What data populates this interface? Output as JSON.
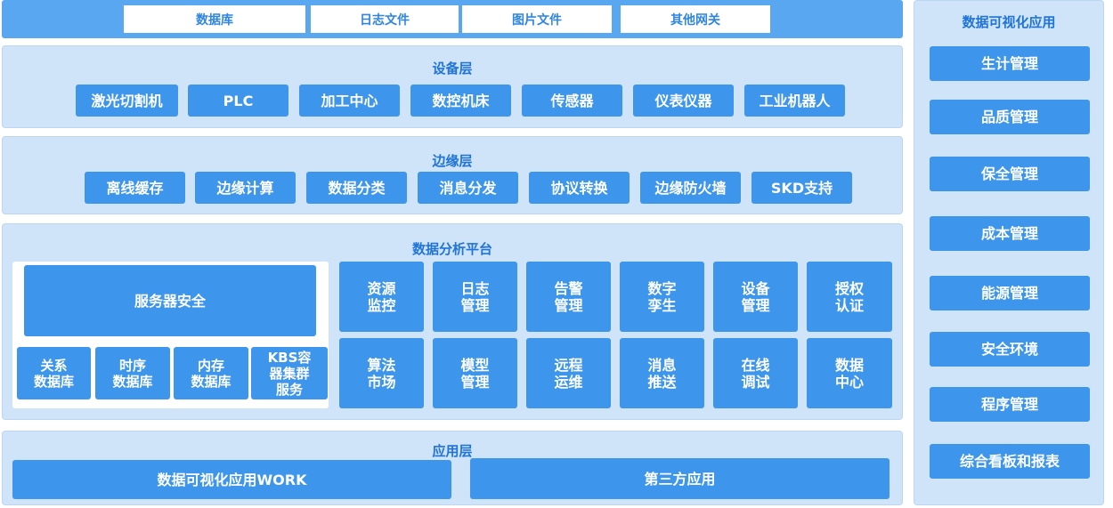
{
  "sources": [
    "数据库",
    "日志文件",
    "图片文件",
    "其他网关"
  ],
  "device_layer": {
    "title": "设备层",
    "items": [
      "激光切割机",
      "PLC",
      "加工中心",
      "数控机床",
      "传感器",
      "仪表仪器",
      "工业机器人"
    ]
  },
  "edge_layer": {
    "title": "边缘层",
    "items": [
      "离线缓存",
      "边缘计算",
      "数据分类",
      "消息分发",
      "协议转换",
      "边缘防火墙",
      "SKD支持"
    ]
  },
  "platform": {
    "title": "数据分析平台",
    "server_security": "服务器安全",
    "databases": [
      "关系\n数据库",
      "时序\n数据库",
      "内存\n数据库",
      "KBS容\n器集群\n服务"
    ],
    "modules": [
      "资源\n监控",
      "日志\n管理",
      "告警\n管理",
      "数字\n孪生",
      "设备\n管理",
      "授权\n认证",
      "算法\n市场",
      "模型\n管理",
      "远程\n运维",
      "消息\n推送",
      "在线\n调试",
      "数据\n中心"
    ]
  },
  "app_layer": {
    "title": "应用层",
    "items": [
      "数据可视化应用WORK",
      "第三方应用"
    ]
  },
  "sidebar": {
    "title": "数据可视化应用",
    "items": [
      "生计管理",
      "品质管理",
      "保全管理",
      "成本管理",
      "能源管理",
      "安全环境",
      "程序管理",
      "综合看板和报表"
    ]
  },
  "colors": {
    "accent": "#3d95ec",
    "panel": "#cfe3f9",
    "source_bar": "#5aa7f1",
    "title": "#1e74d9"
  }
}
